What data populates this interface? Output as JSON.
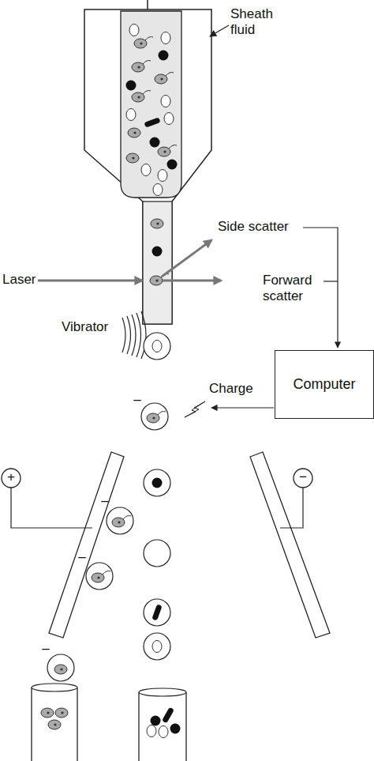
{
  "diagram": {
    "nodes": [
      {
        "text": [
          "Computer"
        ]
      }
    ],
    "labels": [
      "Sheath fluid",
      "Side scatter",
      "Forward scatter",
      "Laser",
      "Vibrator",
      "Charge",
      "–",
      "+",
      "−",
      "–",
      "–",
      "–"
    ]
  }
}
